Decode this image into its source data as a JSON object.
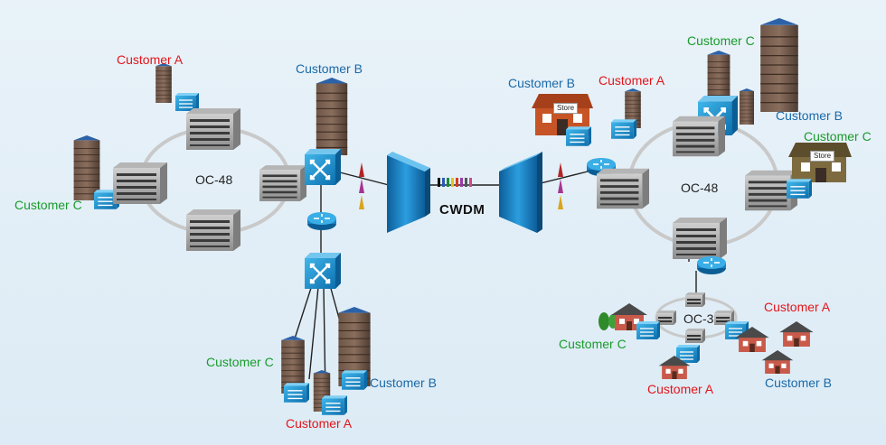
{
  "labels": {
    "cust_a_top_left": "Customer A",
    "cust_b_top_center": "Customer B",
    "cust_c_left": "Customer C",
    "ring_left": "OC-48",
    "cust_c_bottom_left": "Customer C",
    "cust_b_bottom_left": "Customer B",
    "cust_a_bottom_left": "Customer A",
    "cwdm": "CWDM",
    "cust_b_store": "Customer B",
    "cust_a_right_top": "Customer A",
    "cust_c_top_right": "Customer C",
    "cust_b_top_right": "Customer B",
    "cust_c_store_right": "Customer C",
    "ring_right": "OC-48",
    "ring_small": "OC-3",
    "cust_c_houses": "Customer C",
    "cust_a_houses_right": "Customer A",
    "cust_a_houses_bottom": "Customer A",
    "cust_b_houses": "Customer B",
    "store_sign": "Store"
  },
  "colors": {
    "customer_a": "#e3151a",
    "customer_b": "#1a6aa8",
    "customer_c": "#1a9b2c",
    "ring": "#c9c9c9",
    "switch": "#1f9ad6"
  }
}
